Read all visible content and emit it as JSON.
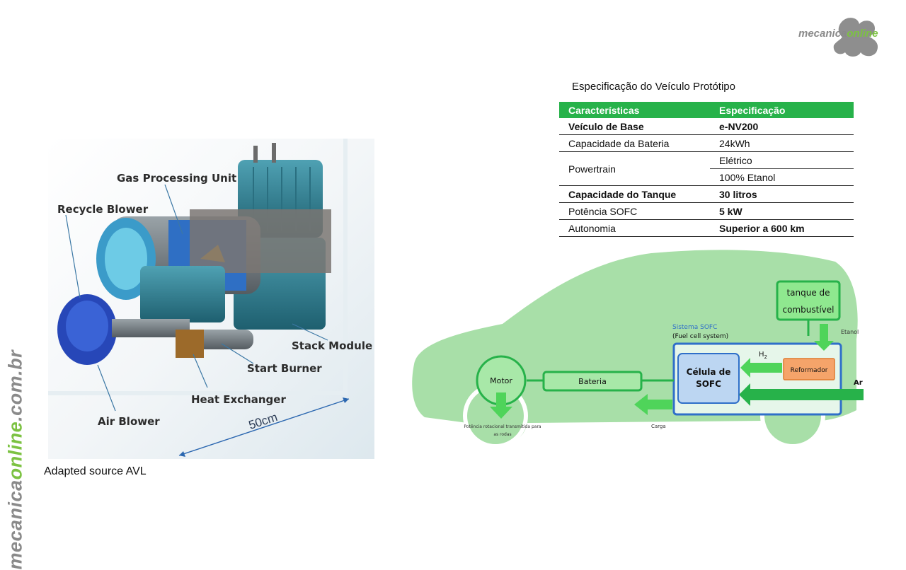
{
  "logo": {
    "part1": "mecanica",
    "part2": "online"
  },
  "vertical_logo": {
    "part1": "mecanica",
    "part2": "online",
    "part3": ".com.br"
  },
  "engine_figure": {
    "callouts": {
      "gas_processing_unit": "Gas Processing Unit",
      "recycle_blower": "Recycle Blower",
      "stack_module": "Stack Module",
      "start_burner": "Start Burner",
      "heat_exchanger": "Heat Exchanger",
      "air_blower": "Air Blower"
    },
    "scale_label": "50cm"
  },
  "source_caption": "Adapted source  AVL",
  "spec_table": {
    "title": "Especificação do Veículo Protótipo",
    "headers": [
      "Características",
      "Especificação"
    ],
    "rows": [
      {
        "label": "Veículo de Base",
        "value": "e-NV200"
      },
      {
        "label": "Capacidade da Bateria",
        "value": "24kWh"
      },
      {
        "label": "Powertrain",
        "value": "Elétrico",
        "value2": "100% Etanol"
      },
      {
        "label": "Capacidade do Tanque",
        "value": "30 litros"
      },
      {
        "label": "Potência SOFC",
        "value": "5 kW"
      },
      {
        "label": "Autonomia",
        "value": "Superior a 600 km"
      }
    ]
  },
  "car_diagram": {
    "tank_line1": "tanque de",
    "tank_line2": "combustível",
    "etanol": "Etanol",
    "sofc_title": "Sistema SOFC",
    "sofc_subtitle": "(Fuel cell system)",
    "h2": "H",
    "h2_sub": "2",
    "reformer": "Reformador",
    "ar": "Ar",
    "cell_line1": "Célula de",
    "cell_line2": "SOFC",
    "battery": "Bateria",
    "motor": "Motor",
    "carga": "Carga",
    "wheels_line1": "Potência rotacional transmitida para",
    "wheels_line2": "as rodas",
    "colors": {
      "car_body": "#a8dfa8",
      "accent_green": "#27b24a",
      "light_green": "#8fe88f",
      "sofc_blue": "#2f6fc9",
      "reformer_orange": "#f5a46a"
    }
  }
}
